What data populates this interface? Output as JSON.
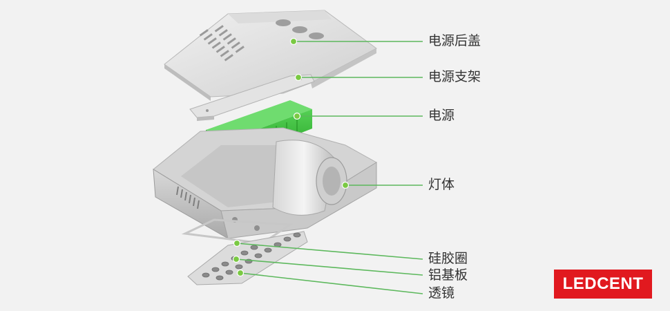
{
  "labels": {
    "back_cover": "电源后盖",
    "bracket": "电源支架",
    "power": "电源",
    "body": "灯体",
    "gasket": "硅胶圈",
    "aluminum_board": "铝基板",
    "lens": "透镜"
  },
  "brand": {
    "logo_text": "LEDCENT"
  },
  "colors": {
    "callout_line": "#5cb85c",
    "callout_dot": "#7ac943",
    "power_module": "#3fbf3f",
    "logo_bg": "#e1191f",
    "metal_light": "#e6e6e6",
    "metal_dark": "#bdbdbd"
  }
}
